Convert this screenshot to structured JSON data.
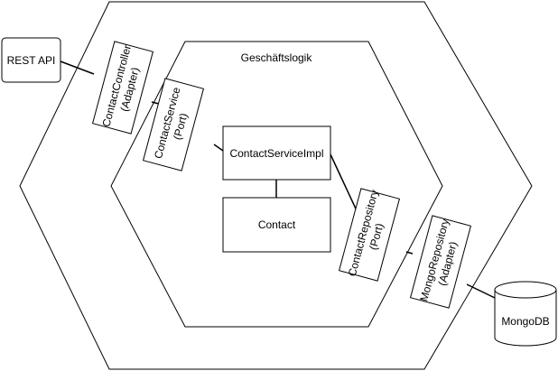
{
  "diagram": {
    "outer_hexagon_label": "",
    "inner_hexagon_label": "Geschäftslogik",
    "external_left": "REST API",
    "external_right": "MongoDB",
    "contact_controller": {
      "line1": "ContactController",
      "line2": "(Adapter)"
    },
    "contact_service": {
      "line1": "ContactService",
      "line2": "(Port)"
    },
    "contact_service_impl": "ContactServiceImpl",
    "contact": "Contact",
    "contact_repository": {
      "line1": "ContactRepository",
      "line2": "(Port)"
    },
    "mongo_repository": {
      "line1": "MongoRepository",
      "line2": "(Adapter)"
    }
  },
  "colors": {
    "stroke": "#000000",
    "fill": "#ffffff"
  }
}
